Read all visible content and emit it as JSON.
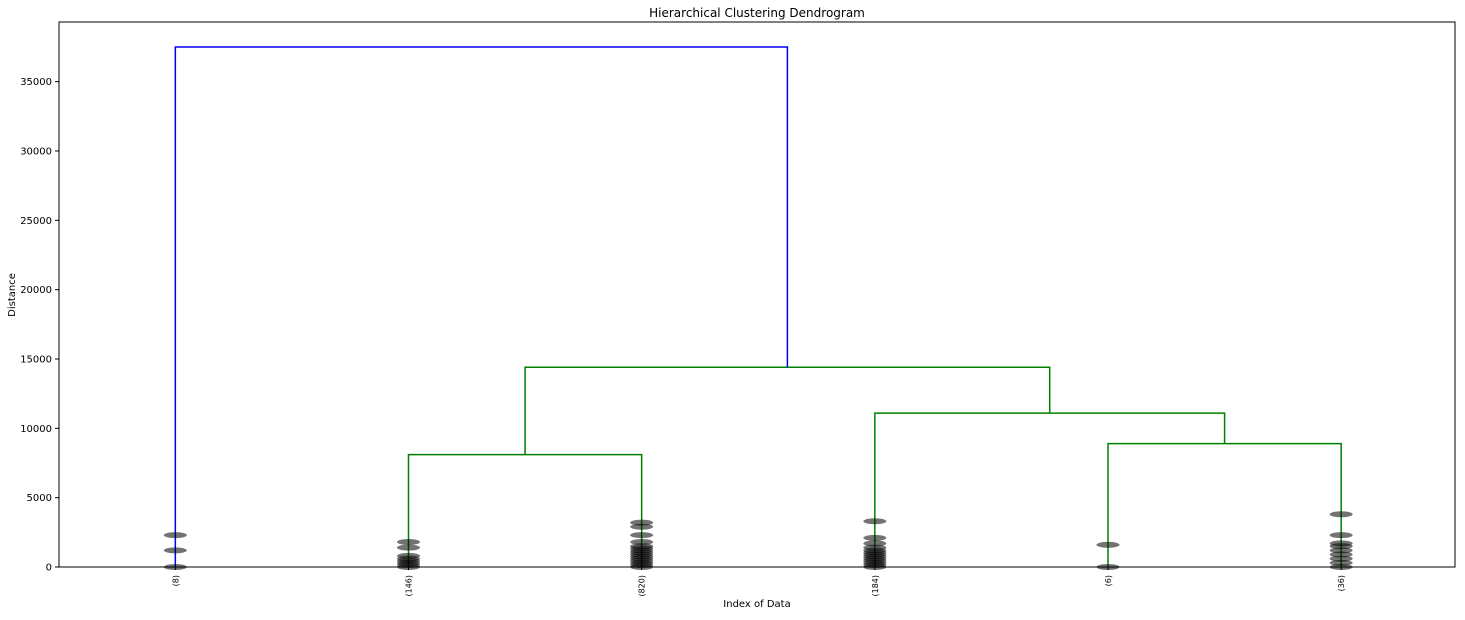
{
  "chart_data": {
    "type": "dendrogram",
    "title": "Hierarchical Clustering Dendrogram",
    "xlabel": "Index of Data",
    "ylabel": "Distance",
    "ylim": [
      0,
      39300
    ],
    "yticks": [
      0,
      5000,
      10000,
      15000,
      20000,
      25000,
      30000,
      35000
    ],
    "grid": false,
    "leaves": [
      {
        "label": "(8)",
        "markers": [
          0,
          1200,
          2300
        ]
      },
      {
        "label": "(146)",
        "markers": [
          0,
          150,
          300,
          450,
          600,
          800,
          1400,
          1800
        ]
      },
      {
        "label": "(820)",
        "markers": [
          0,
          150,
          300,
          450,
          600,
          750,
          900,
          1050,
          1200,
          1350,
          1500,
          1800,
          2300,
          2900,
          3200
        ]
      },
      {
        "label": "(184)",
        "markers": [
          0,
          150,
          300,
          450,
          600,
          750,
          900,
          1050,
          1200,
          1400,
          1700,
          2100,
          3300
        ]
      },
      {
        "label": "(6)",
        "markers": [
          0,
          1600
        ]
      },
      {
        "label": "(36)",
        "markers": [
          0,
          300,
          600,
          900,
          1200,
          1500,
          1700,
          2300,
          3800
        ]
      }
    ],
    "links": [
      {
        "left": 1,
        "right": 2,
        "height": 8100,
        "color": "#008000"
      },
      {
        "left": 4,
        "right": 5,
        "height": 8900,
        "color": "#008000"
      },
      {
        "left": 3,
        "right": "4+5",
        "height": 11100,
        "color": "#008000"
      },
      {
        "left": "1+2",
        "right": "3+4+5",
        "height": 14400,
        "color": "#008000"
      },
      {
        "left": 0,
        "right": "1+2+3+4+5",
        "height": 37500,
        "color": "#0000ff"
      }
    ],
    "colors": {
      "above_threshold": "#0000ff",
      "cluster": "#008000",
      "marker": "#000000"
    }
  }
}
